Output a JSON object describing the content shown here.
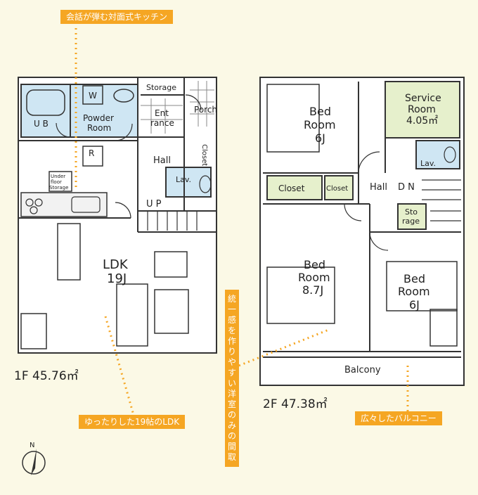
{
  "callouts": {
    "kitchen": "会話が弾む対面式キッチン",
    "ldk": "ゆったりした19帖のLDK",
    "western_rooms": "統一感を作りやすい洋室のみの間取",
    "balcony": "広々したバルコニー"
  },
  "floor1": {
    "area": "1F 45.76㎡",
    "rooms": {
      "ub": "U B",
      "w": "W",
      "powder_1": "Powder",
      "powder_2": "Room",
      "storage": "Storage",
      "porch": "Porch",
      "entrance_1": "Ent",
      "entrance_2": "rance",
      "r": "R",
      "underfloor_1": "Under",
      "underfloor_2": "floor",
      "underfloor_3": "Storage",
      "hall": "Hall",
      "closet": "Closet",
      "lav": "Lav.",
      "up": "U P",
      "ldk_1": "LDK",
      "ldk_2": "19J"
    }
  },
  "floor2": {
    "area": "2F 47.38㎡",
    "rooms": {
      "bed1_1": "Bed",
      "bed1_2": "Room",
      "bed1_3": "6J",
      "service_1": "Service",
      "service_2": "Room",
      "service_3": "4.05㎡",
      "lav": "Lav.",
      "closet_a": "Closet",
      "closet_b": "Closet",
      "hall": "Hall",
      "dn": "D N",
      "storage_1": "Sto",
      "storage_2": "rage",
      "bed2_1": "Bed",
      "bed2_2": "Room",
      "bed2_3": "8.7J",
      "bed3_1": "Bed",
      "bed3_2": "Room",
      "bed3_3": "6J",
      "balcony": "Balcony"
    }
  },
  "compass": {
    "n": "N"
  },
  "colors": {
    "accent": "#f5a623",
    "wet_area": "#cfe6f3",
    "closet": "#e6f0cc",
    "wall": "#333333",
    "background": "#fbf9e6"
  }
}
